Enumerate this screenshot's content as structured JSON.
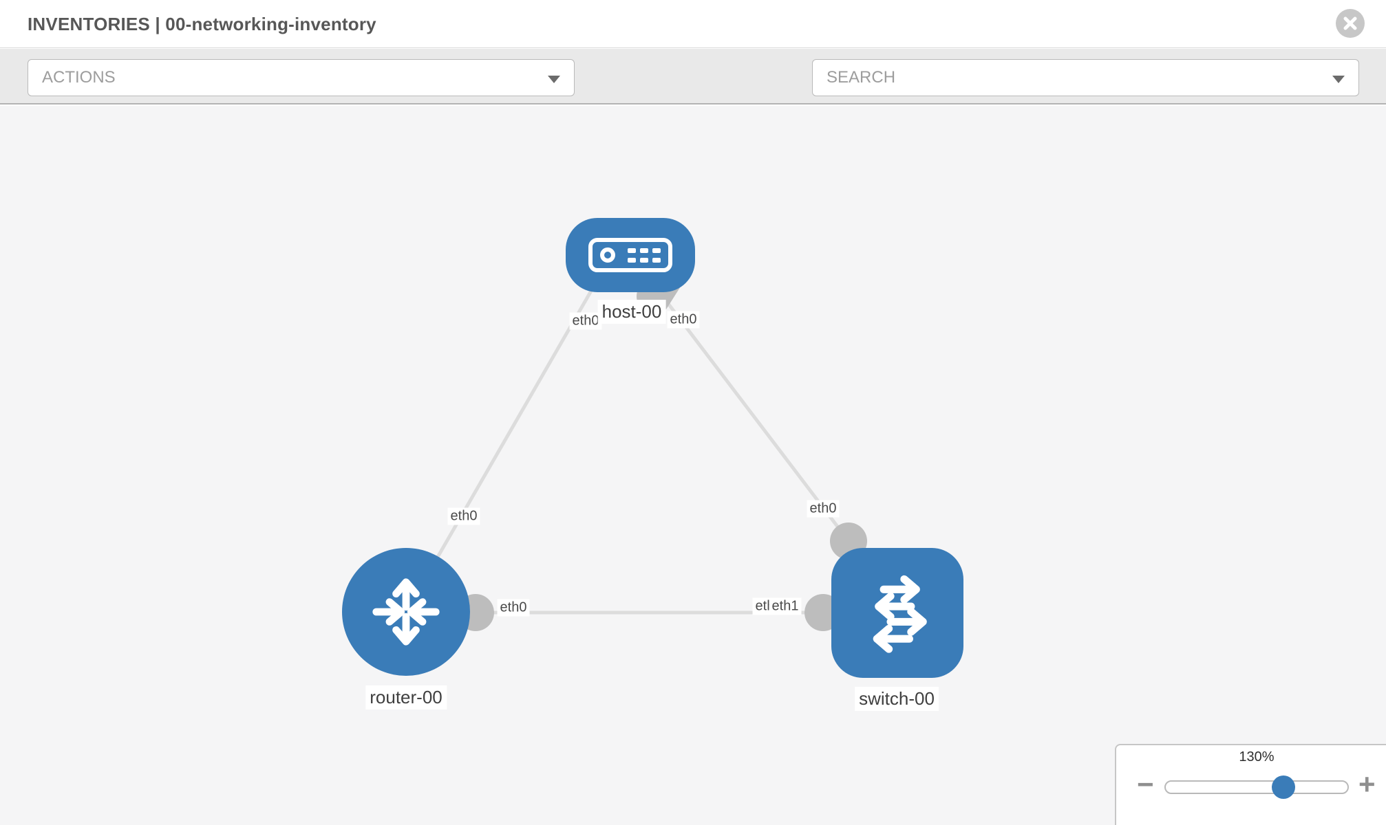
{
  "header": {
    "title": "INVENTORIES | 00-networking-inventory"
  },
  "toolbar": {
    "actions_label": "ACTIONS",
    "search_label": "SEARCH"
  },
  "canvas": {
    "nodes": [
      {
        "id": "host-00",
        "type": "host",
        "label": "host-00"
      },
      {
        "id": "router-00",
        "type": "router",
        "label": "router-00"
      },
      {
        "id": "switch-00",
        "type": "switch",
        "label": "switch-00"
      }
    ],
    "links": [
      {
        "from": "router-00",
        "to": "host-00",
        "from_if": "eth0",
        "to_if": "eth0"
      },
      {
        "from": "host-00",
        "to": "switch-00",
        "from_if": "eth0",
        "to_if": "eth0"
      },
      {
        "from": "router-00",
        "to": "switch-00",
        "from_if": "eth0",
        "to_if": "eth1"
      }
    ],
    "interface_labels": {
      "host_left": "eth0",
      "host_right": "eth0",
      "link1_mid": "eth0",
      "switch_top": "eth0",
      "router_right": "eth0",
      "switch_left_under": "eth0",
      "switch_left_over": "eth1"
    }
  },
  "zoom_control": {
    "value": "130%",
    "minus": "−",
    "plus": "+",
    "percent": 65
  },
  "colors": {
    "node_blue": "#3a7cb8",
    "link_gray": "#dcdcdc",
    "endpoint_gray": "#bdbdbd",
    "icon_gray": "#8b9095",
    "close_gray": "#c7c7c7",
    "accent_thumb": "#3a7cb8"
  }
}
